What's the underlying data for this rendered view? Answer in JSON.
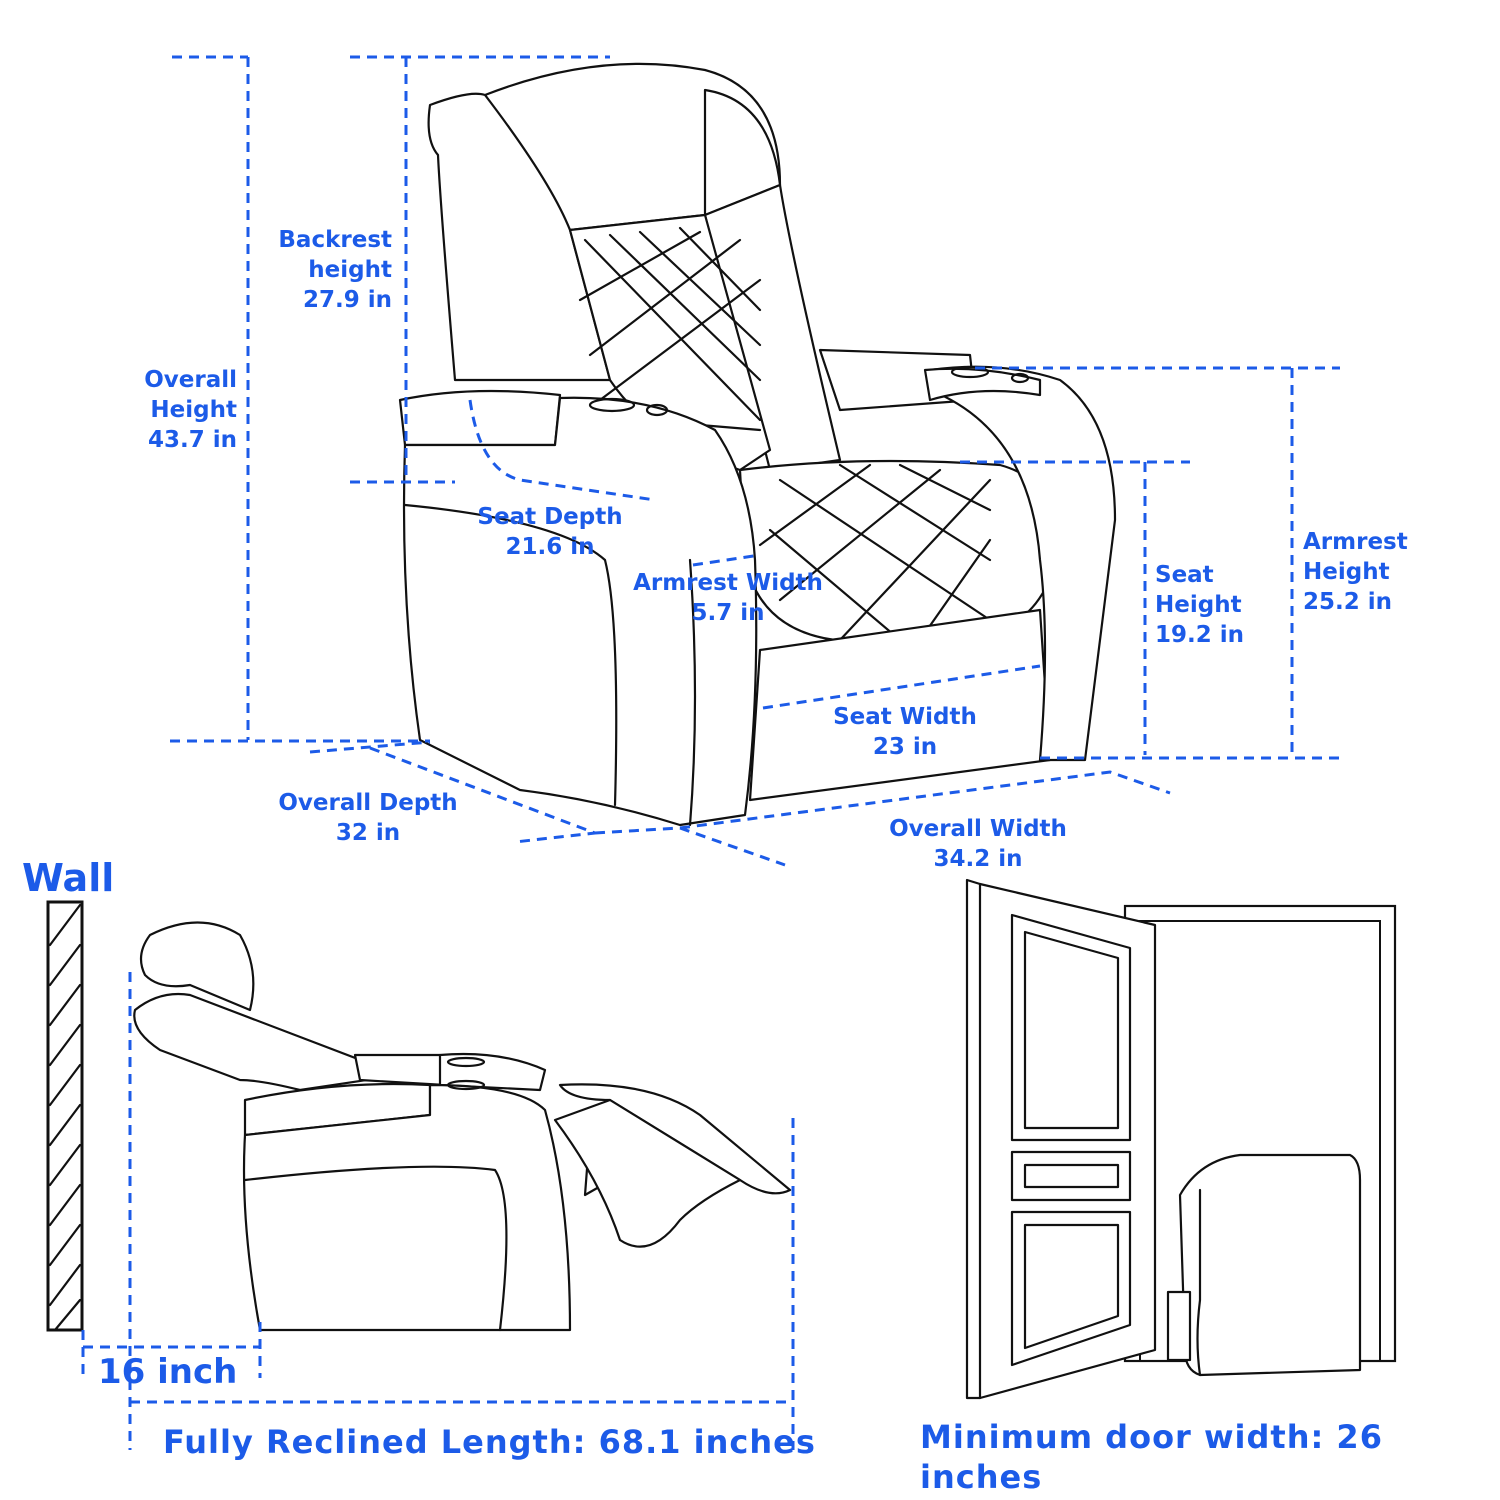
{
  "dimensions": {
    "backrest_height": {
      "label": "Backrest\nheight",
      "value": "27.9 in"
    },
    "overall_height": {
      "label": "Overall\nHeight",
      "value": "43.7 in"
    },
    "seat_depth": {
      "label": "Seat Depth",
      "value": "21.6 in"
    },
    "armrest_width": {
      "label": "Armrest Width",
      "value": "5.7 in"
    },
    "seat_height": {
      "label": "Seat\nHeight",
      "value": "19.2 in"
    },
    "armrest_height": {
      "label": "Armrest\nHeight",
      "value": "25.2 in"
    },
    "seat_width": {
      "label": "Seat Width",
      "value": "23 in"
    },
    "overall_depth": {
      "label": "Overall Depth",
      "value": "32 in"
    },
    "overall_width": {
      "label": "Overall Width",
      "value": "34.2 in"
    }
  },
  "recline": {
    "wall_label": "Wall",
    "wall_clearance": "16 inch",
    "reclined_length": "Fully Reclined Length: 68.1 inches"
  },
  "door": {
    "min_width": "Minimum door width: 26 inches"
  },
  "colors": {
    "accent": "#1c5be8",
    "ink": "#111111"
  }
}
